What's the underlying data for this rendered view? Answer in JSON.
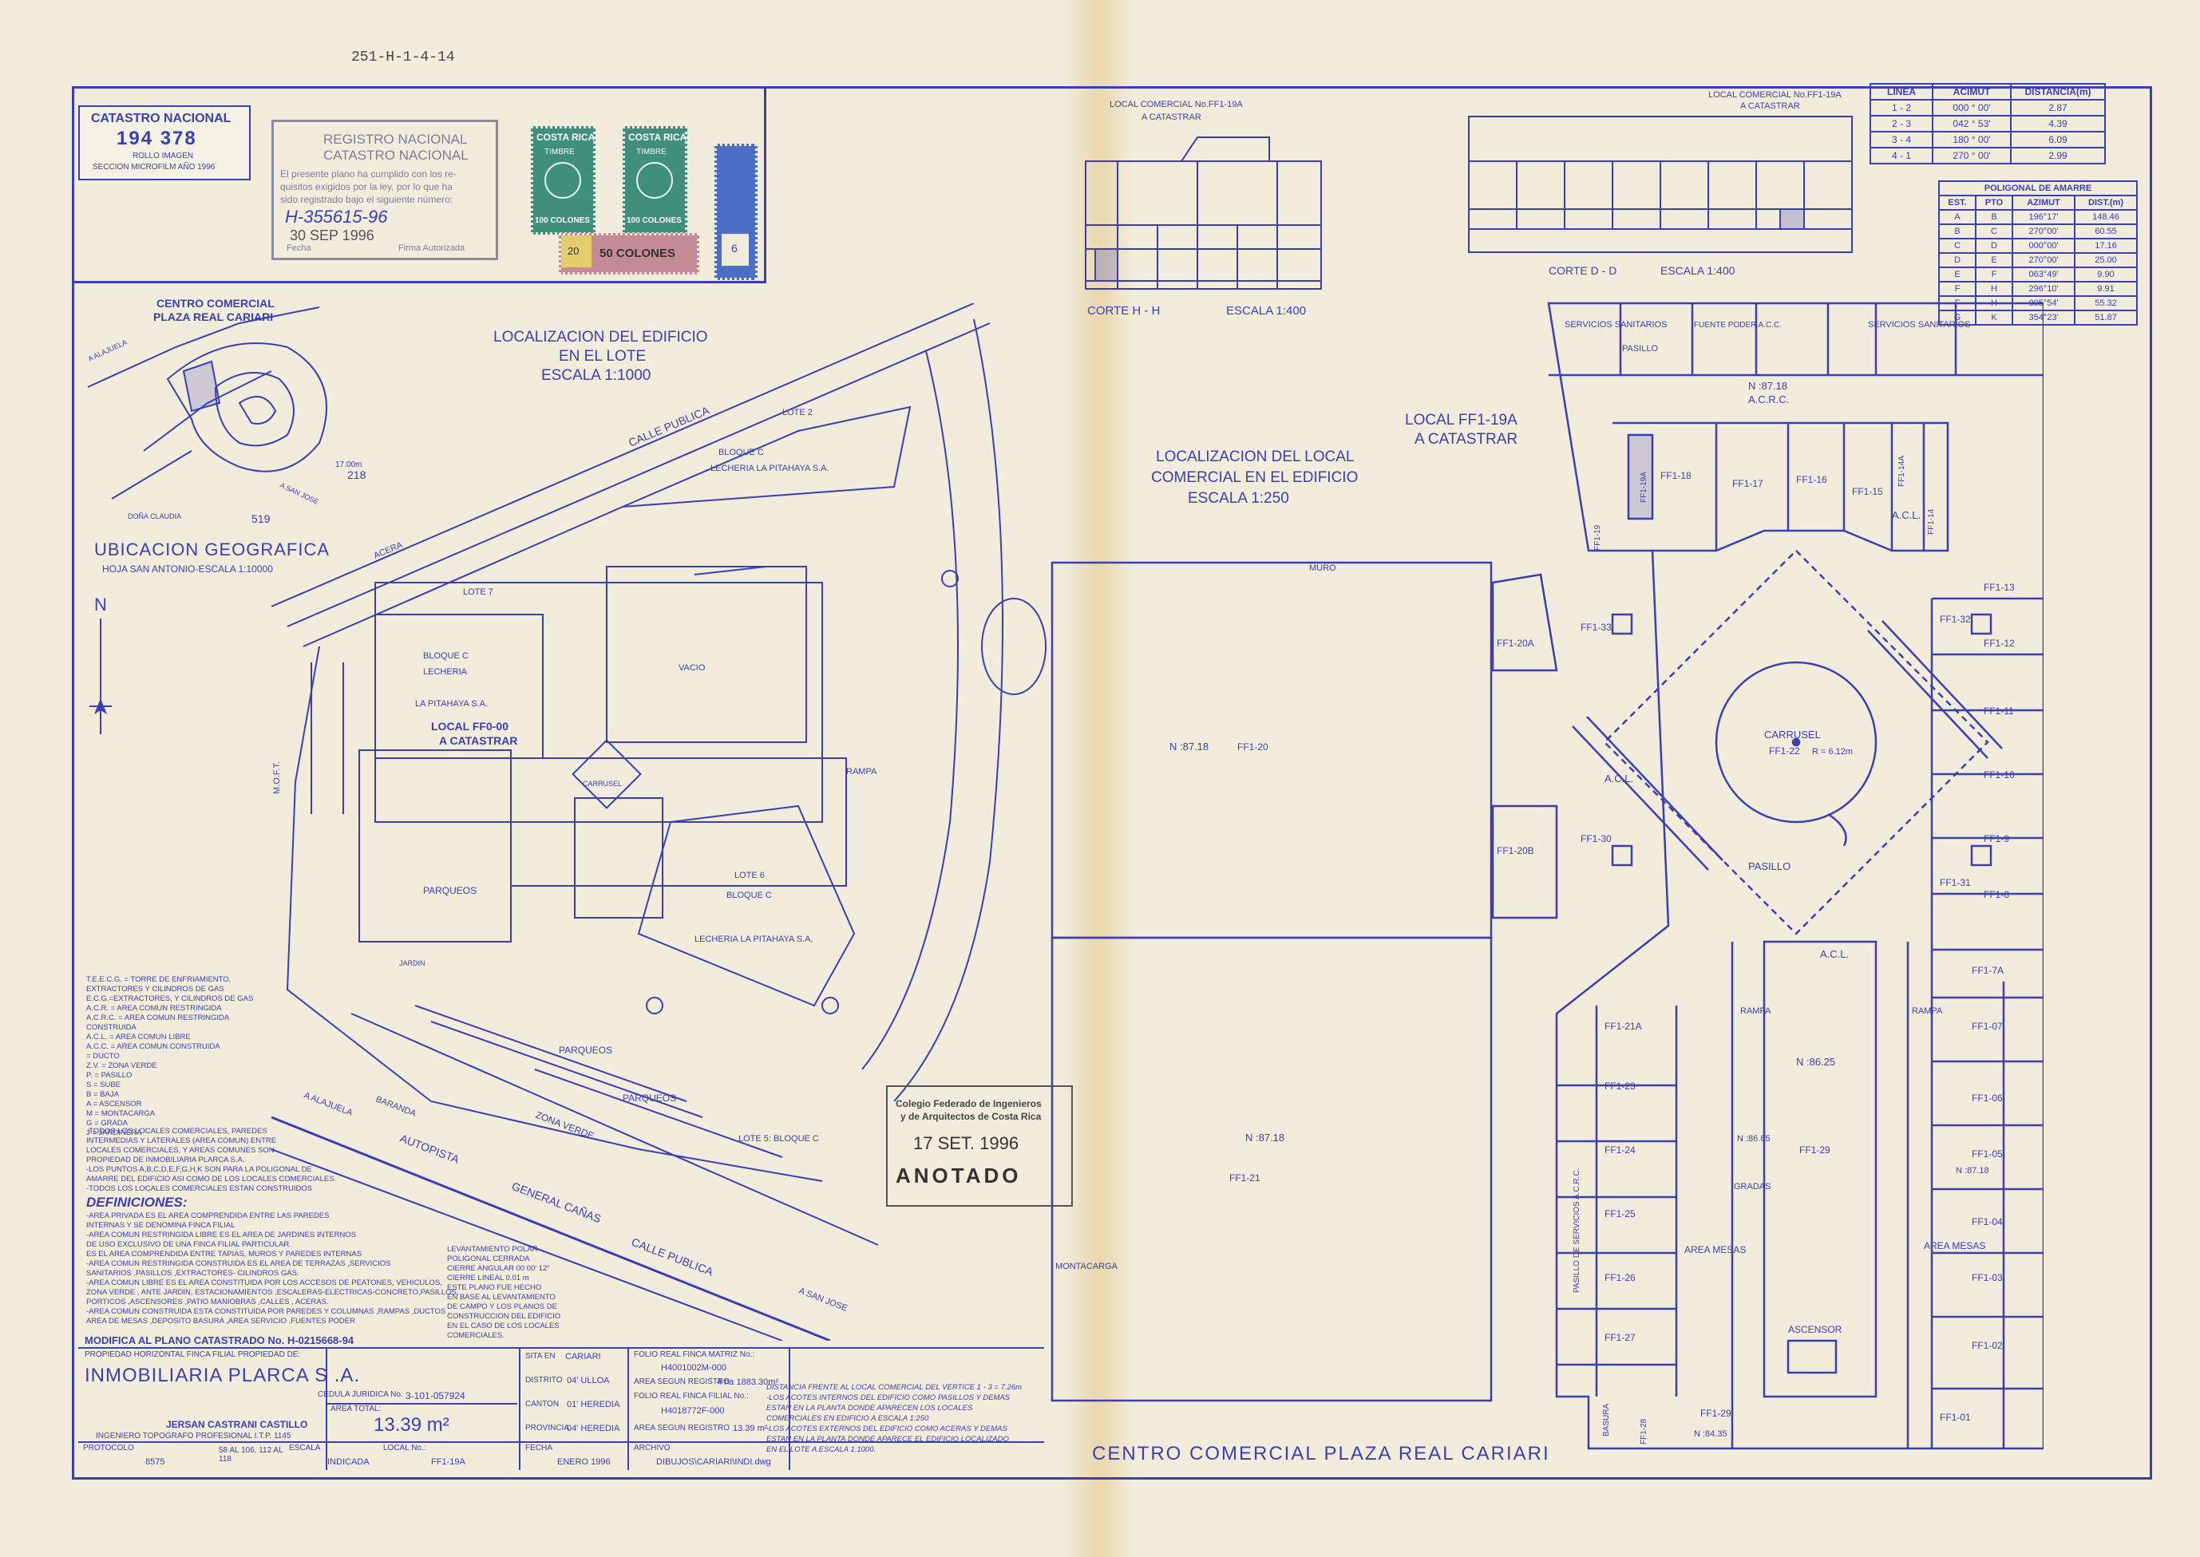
{
  "ref_number": "251-H-1-4-14",
  "catastro": {
    "title": "CATASTRO NACIONAL",
    "number": "194 378",
    "line1": "ROLLO IMAGEN",
    "line2": "SECCION MICROFILM AÑO 1996"
  },
  "registro": {
    "title1": "REGISTRO NACIONAL",
    "title2": "CATASTRO NACIONAL",
    "text1": "El presente plano ha cumplido con los re-",
    "text2": "quisitos exigidos por la ley, por lo que ha",
    "text3": "sido registrado bajo el siguiente número:",
    "number": "H-355615-96",
    "date": "30 SEP 1996",
    "fecha_label": "Fecha",
    "firma_label": "Firma Autorizada"
  },
  "stamps": {
    "country": "COSTA RICA",
    "timbre": "TIMBRE",
    "val1": "100 COLONES",
    "val2": "100 COLONES",
    "val3": "50 COLONES",
    "small1": "20",
    "small2": "6"
  },
  "location_map": {
    "title1": "CENTRO COMERCIAL",
    "title2": "PLAZA REAL CARIARI",
    "label_218": "218",
    "label_519": "519",
    "caption": "UBICACION GEOGRAFICA",
    "subcaption": "HOJA SAN ANTONIO-ESCALA 1:10000",
    "road1": "A ALAJUELA",
    "road2": "A SAN JOSE",
    "road3": "DOÑA CLAUDIA",
    "north": "N"
  },
  "site_plan": {
    "title1": "LOCALIZACION DEL EDIFICIO",
    "title2": "EN EL LOTE",
    "title3": "ESCALA 1:1000",
    "calle_publica": "CALLE PUBLICA",
    "lote2": "LOTE 2",
    "bloque_c": "BLOQUE C",
    "lecheria": "LECHERIA LA PITAHAYA S.A.",
    "lote7": "LOTE 7",
    "vacio": "VACIO",
    "lecheria2": "LECHERIA",
    "pitahaya": "LA PITAHAYA S.A.",
    "local_ff0": "LOCAL FF0-00",
    "a_catastrar": "A CATASTRAR",
    "parqueos": "PARQUEOS",
    "lote6": "LOTE 6",
    "lote5": "LOTE 5: BLOQUE C",
    "zona_verde": "ZONA VERDE",
    "autopista": "AUTOPISTA",
    "general_canas": "GENERAL CAÑAS",
    "rampa": "RAMPA",
    "mft": "M.O.F.T.",
    "a_alajuela": "A ALAJUELA",
    "a_san_jose": "A SAN JOSE",
    "baranda": "BARANDA",
    "acera": "ACERA",
    "carrusel": "CARRUSEL",
    "jardin": "JARDIN",
    "d_11_99": "17.00m"
  },
  "legend": {
    "lines": [
      "T.E.E.C.G. = TORRE DE ENFRIAMIENTO,",
      "  EXTRACTORES Y CILINDROS DE GAS",
      "E.C.G.=EXTRACTORES, Y CILINDROS DE GAS",
      "A.C.R. = AREA COMUN RESTRINGIDA",
      "A.C.R.C. = AREA COMUN RESTRINGIDA",
      "  CONSTRUIDA",
      "A.C.L. = AREA COMUN LIBRE",
      "A.C.C. = AREA COMUN CONSTRUIDA",
      "  = DUCTO",
      "Z.V. = ZONA VERDE",
      "P. = PASILLO",
      "S = SUBE",
      "B = BAJA",
      "A = ASCENSOR",
      "M = MONTACARGA",
      "G = GRADA",
      "J = JARDINERA"
    ],
    "notes": [
      "-TODOS LOS LOCALES COMERCIALES, PAREDES",
      " INTERMEDIAS Y LATERALES (AREA COMUN) ENTRE",
      " LOCALES COMERCIALES, Y AREAS COMUNES SON",
      " PROPIEDAD DE INMOBILIARIA PLARCA S.A.",
      "-LOS PUNTOS A,B,C,D,E,F,G,H,K SON PARA LA POLIGONAL DE",
      " AMARRE DEL EDIFICIO ASI COMO DE LOS LOCALES COMERCIALES.",
      "-TODOS LOS LOCALES COMERCIALES ESTAN CONSTRUIDOS"
    ],
    "definiciones_title": "DEFINICIONES:",
    "definiciones": [
      "-AREA PRIVADA ES EL AREA COMPRENDIDA ENTRE LAS PAREDES",
      " INTERNAS Y SE DENOMINA FINCA FILIAL",
      "-AREA COMUN RESTRINGIDA LIBRE ES EL AREA DE JARDINES INTERNOS",
      " DE USO EXCLUSIVO DE UNA FINCA FILIAL PARTICULAR.",
      " ES EL AREA COMPRENDIDA ENTRE TAPIAS, MUROS Y PAREDES INTERNAS",
      "-AREA COMUN RESTRINGIDA CONSTRUIDA ES EL AREA DE TERRAZAS ,SERVICIOS",
      " SANITARIOS ,PASILLOS ,EXTRACTORES- CILINDROS GAS.",
      "-AREA COMUN LIBRE ES EL AREA CONSTITUIDA POR LOS ACCESOS DE PEATONES, VEHICULOS,",
      " ZONA VERDE , ANTE JARDIN, ESTACIONAMIENTOS ,ESCALERAS-ELECTRICAS-CONCRETO,PASILLOS,",
      " PORTICOS ,ASCENSORES ,PATIO MANIOBRAS ,CALLES , ACERAS.",
      "-AREA COMUN CONSTRUIDA ESTA CONSTITUIDA POR PAREDES Y COLUMNAS ,RAMPAS ,DUCTOS ,",
      " AREA DE MESAS ,DEPOSITO BASURA ,AREA SERVICIO ,FUENTES PODER"
    ],
    "levantamiento": [
      "LEVANTAMIENTO POLAR",
      "POLIGONAL CERRADA",
      "CIERRE ANGULAR 00 00' 12\"",
      "CIERRE LINEAL 0.01 m",
      "ESTE PLANO FUE HECHO",
      "EN BASE AL LEVANTAMIENTO",
      "DE CAMPO Y LOS PLANOS DE",
      "CONSTRUCCION DEL EDIFICIO",
      "EN EL CASO DE LOS LOCALES",
      "COMERCIALES."
    ]
  },
  "colegio": {
    "line1": "Colegio Federado de Ingenieros",
    "line2": "y de Arquitectos de Costa Rica",
    "date": "17 SET. 1996",
    "anotado": "ANOTADO"
  },
  "title_block": {
    "modifica": "MODIFICA AL PLANO CATASTRADO No. H-0215668-94",
    "propiedad_label": "PROPIEDAD HORIZONTAL FINCA FILIAL PROPIEDAD DE:",
    "owner": "INMOBILIARIA PLARCA S .A.",
    "cedula_label": "CEDULA JURIDICA No.",
    "cedula": "3-101-057924",
    "area_total_label": "AREA TOTAL:",
    "area_total": "13.39 m²",
    "engineer": "JERSAN CASTRANI CASTILLO",
    "engineer_title": "INGENIERO TOPOGRAFO PROFESIONAL I.T.P. 1145",
    "protocolo_label": "PROTOCOLO",
    "protocolo": "8575",
    "folios": "58 AL 106, 112 AL 118",
    "escala_label": "ESCALA",
    "escala": "INDICADA",
    "local_label": "LOCAL No.:",
    "local": "FF1-19A",
    "sita_label": "SITA EN",
    "sita": "CARIARI",
    "distrito_label": "DISTRITO",
    "distrito": "04' ULLOA",
    "canton_label": "CANTON",
    "canton": "01' HEREDIA",
    "provincia_label": "PROVINCIA",
    "provincia": "04' HEREDIA",
    "fecha_label": "FECHA",
    "fecha": "ENERO 1996",
    "folio_matriz_label": "FOLIO REAL FINCA MATRIZ No.:",
    "folio_matriz": "H4001002M-000",
    "area_registro_label": "AREA SEGUN REGISTRO",
    "area_registro": "4 ha 1883.30m²",
    "folio_filial_label": "FOLIO REAL FINCA FILIAL No.:",
    "folio_filial": "H4018772F-000",
    "area_registro2": "13.39 m²",
    "archivo_label": "ARCHIVO",
    "archivo": "DIBUJOS\\CARIARI\\INDI.dwg"
  },
  "bottom_notes": [
    "DISTANCIA FRENTE AL LOCAL COMERCIAL DEL VERTICE 1 - 3 = 7.26m",
    "-LOS ACOTES INTERNOS DEL EDIFICIO COMO PASILLOS Y DEMAS",
    " ESTAN EN LA PLANTA DONDE APARECEN LOS LOCALES",
    " COMERCIALES EN EDIFICIO A ESCALA 1:250",
    "-LOS ACOTES EXTERNOS DEL EDIFICIO COMO ACERAS Y DEMAS",
    " ESTAN EN LA PLANTA DONDE APARECE EL EDIFICIO LOCALIZADO",
    " EN EL LOTE A ESCALA 1:1000."
  ],
  "building_name": "CENTRO COMERCIAL PLAZA REAL CARIARI",
  "sections": {
    "hh_title1": "LOCAL COMERCIAL No.FF1-19A",
    "hh_title2": "A CATASTRAR",
    "hh_label": "CORTE H - H",
    "hh_scale": "ESCALA 1:400",
    "dd_title1": "LOCAL COMERCIAL No.FF1-19A",
    "dd_title2": "A CATASTRAR",
    "dd_label": "CORTE D - D",
    "dd_scale": "ESCALA 1:400"
  },
  "linea_table": {
    "headers": [
      "LINEA",
      "ACIMUT",
      "DISTANCIA(m)"
    ],
    "rows": [
      [
        "1 - 2",
        "000 ° 00'",
        "2.87"
      ],
      [
        "2 - 3",
        "042 ° 53'",
        "4.39"
      ],
      [
        "3 - 4",
        "180 ° 00'",
        "6.09"
      ],
      [
        "4 - 1",
        "270 ° 00'",
        "2.99"
      ]
    ]
  },
  "poligonal_table": {
    "title": "POLIGONAL DE AMARRE",
    "headers": [
      "EST.",
      "PTO",
      "AZIMUT",
      "DIST.(m)"
    ],
    "rows": [
      [
        "A",
        "B",
        "196°17'",
        "148.46"
      ],
      [
        "B",
        "C",
        "270°00'",
        "60.55"
      ],
      [
        "C",
        "D",
        "000°00'",
        "17.16"
      ],
      [
        "D",
        "E",
        "270°00'",
        "25.00"
      ],
      [
        "E",
        "F",
        "063°49'",
        "9.90"
      ],
      [
        "F",
        "H",
        "296°10'",
        "9.91"
      ],
      [
        "F",
        "H",
        "005°54'",
        "55.32"
      ],
      [
        "G",
        "K",
        "354°23'",
        "51.87"
      ]
    ]
  },
  "floor_plan": {
    "title1": "LOCALIZACION DEL LOCAL",
    "title2": "COMERCIAL EN EL EDIFICIO",
    "title3": "ESCALA 1:250",
    "callout1": "LOCAL FF1-19A",
    "callout2": "A CATASTRAR",
    "servicios": "SERVICIOS SANITARIOS",
    "servicios2": "SERVICIOS SANITARIOS",
    "pasillo": "PASILLO",
    "fuente": "FUENTE PODER A.C.C.",
    "muro": "MURO",
    "acl": "A.C.L.",
    "acrc": "A.C.R.C.",
    "carrusel": "CARRUSEL",
    "ff1_22": "FF1-22",
    "radius": "R = 6.12m",
    "area_mesas": "AREA MESAS",
    "ascensor": "ASCENSOR",
    "montacarga": "MONTACARGA",
    "rampa": "RAMPA",
    "gradas": "GRADAS",
    "basura": "BASURA",
    "pasillo_servicios": "PASILLO DE SERVICIOS A.C.R.C.",
    "n_8718": "N :87.18",
    "n_8625": "N :86.25",
    "n_8685": "N :86.85",
    "n_8435": "N :84.35",
    "top_units": [
      "FF1-18",
      "FF1-17",
      "FF1-16",
      "FF1-15",
      "FF1-14A",
      "FF1-14",
      "FF1-19",
      "FF1-19A"
    ],
    "left_units": [
      "FF1-20A",
      "FF1-33",
      "FF1-30",
      "FF1-20B",
      "FF1-21A",
      "FF1-23",
      "FF1-24",
      "FF1-25",
      "FF1-26",
      "FF1-27",
      "FF1-28"
    ],
    "right_units": [
      "FF1-13",
      "FF1-12",
      "FF1-11",
      "FF1-10",
      "FF1-9",
      "FF1-8",
      "FF1-7A",
      "FF1-07",
      "FF1-06",
      "FF1-05",
      "FF1-04",
      "FF1-03",
      "FF1-02",
      "FF1-01"
    ],
    "center_units": [
      "FF1-32",
      "FF1-31",
      "FF1-29",
      "FF1-20",
      "FF1-21"
    ]
  }
}
